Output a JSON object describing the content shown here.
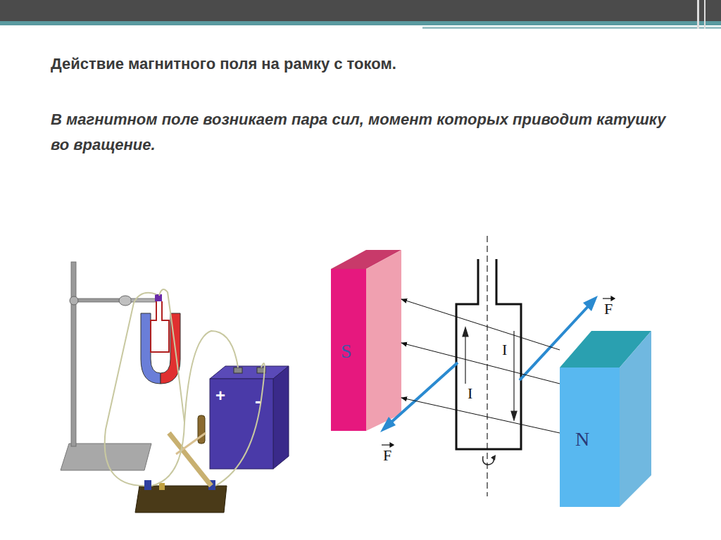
{
  "diagram": {
    "title": "Действие магнитного поля на рамку с током.",
    "caption": "В магнитном поле возникает пара сил, момент которых приводит катушку во вращение.",
    "nodes": [
      {
        "text": [
          "S"
        ]
      },
      {
        "text": [
          "N"
        ]
      },
      {
        "text": [
          "+",
          "-"
        ]
      }
    ],
    "edges": [
      {
        "from": 1,
        "to": 0,
        "arrow": "to"
      },
      {
        "from": 1,
        "to": 0,
        "arrow": "to"
      },
      {
        "from": 1,
        "to": 0,
        "arrow": "to"
      }
    ],
    "labels": [
      "F",
      "I",
      "I",
      "F"
    ]
  }
}
